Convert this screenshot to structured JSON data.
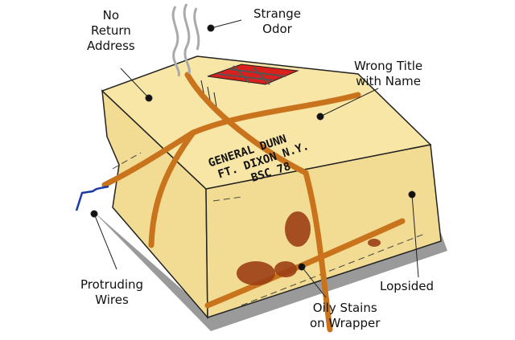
{
  "labels": {
    "no_return_address": "No\nReturn\nAddress",
    "strange_odor": "Strange\nOdor",
    "wrong_title": "Wrong Title\nwith Name",
    "protruding_wires": "Protruding\nWires",
    "lopsided": "Lopsided",
    "oily_stains": "Oily Stains\non Wrapper"
  },
  "address": {
    "line1": "GENERAL DUNN",
    "line2": "FT. DIXON N.Y.",
    "line3": "BSC 78"
  },
  "colors": {
    "box_top": "#f7e6a6",
    "box_side": "#f2dc94",
    "string": "#c9731c",
    "stain": "#9c3f16",
    "shadow": "#9a9a9a",
    "stamp": "#d8201c",
    "wire": "#1a3aa8"
  }
}
